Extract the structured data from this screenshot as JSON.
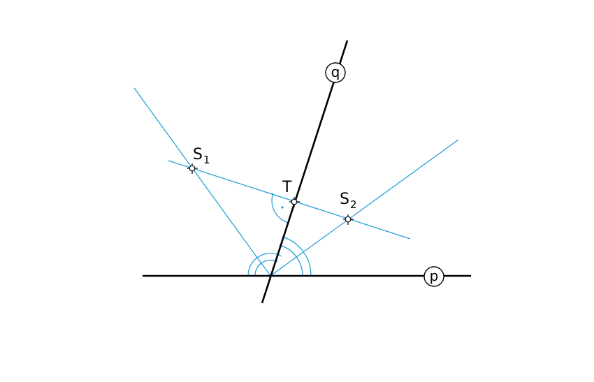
{
  "labels": {
    "line_p": "p",
    "line_q": "q",
    "point_t": "T",
    "point_s1_letter": "S",
    "point_s1_index": "1",
    "point_s2_letter": "S",
    "point_s2_index": "2"
  },
  "colors": {
    "main_lines": "#000000",
    "construction_lines": "#1a9ad6",
    "background": "#ffffff"
  }
}
